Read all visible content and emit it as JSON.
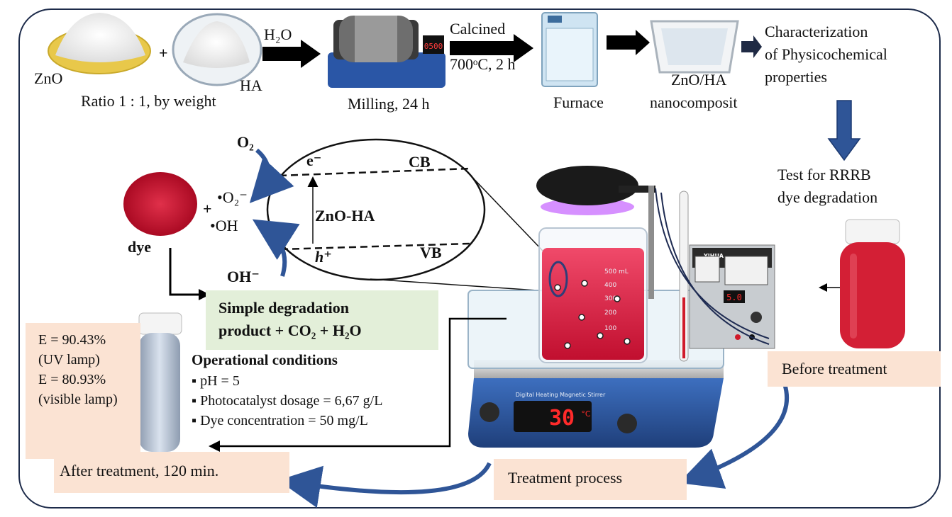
{
  "top": {
    "zno": "ZnO",
    "plus": "+",
    "ha": "HA",
    "ratio": "Ratio 1 : 1, by weight",
    "water": "H₂O",
    "milling": "Milling, 24 h",
    "mill_display": "0500",
    "calcined": "Calcined",
    "calc_cond": "700ᵒC, 2 h",
    "furnace": "Furnace",
    "composite": [
      "ZnO/HA",
      "nanocomposit"
    ],
    "characterization": [
      "Characterization",
      "of Physicochemical",
      "properties"
    ],
    "test": [
      "Test for RRRB",
      "dye degradation"
    ]
  },
  "mechanism": {
    "o2": "O₂",
    "superoxide": "•O₂⁻",
    "hydroxyl_radical": "•OH",
    "hydroxide": "OH⁻",
    "plus": "+",
    "dye": "dye",
    "electron": "e⁻",
    "hole": "h⁺",
    "cb": "CB",
    "vb": "VB",
    "catalyst": "ZnO-HA",
    "product": [
      "Simple degradation",
      "product + CO₂ + H₂O"
    ]
  },
  "conditions": {
    "title": "Operational conditions",
    "items": [
      "pH = 5",
      "Photocatalyst dosage = 6,67 g/L",
      "Dye concentration = 50 mg/L"
    ]
  },
  "efficiency": [
    "E = 90.43%",
    "(UV lamp)",
    "E = 80.93%",
    "(visible lamp)"
  ],
  "labels": {
    "after": "After treatment, 120 min.",
    "process": "Treatment process",
    "before": "Before treatment"
  },
  "apparatus": {
    "stirrer_label": "Digital Heating Magnetic Stirrer",
    "temperature": "30",
    "temp_unit": "°C",
    "psu_brand": "YIHUA",
    "psu_display": "5.0",
    "beaker_marks": [
      "500 mL",
      "400",
      "300",
      "200",
      "100"
    ]
  },
  "colors": {
    "frame": "#1d2b4a",
    "arrow_blue": "#2f5597",
    "dye_red": "#c8102e",
    "peach": "#fbe3d3",
    "green": "#e3efd9"
  }
}
